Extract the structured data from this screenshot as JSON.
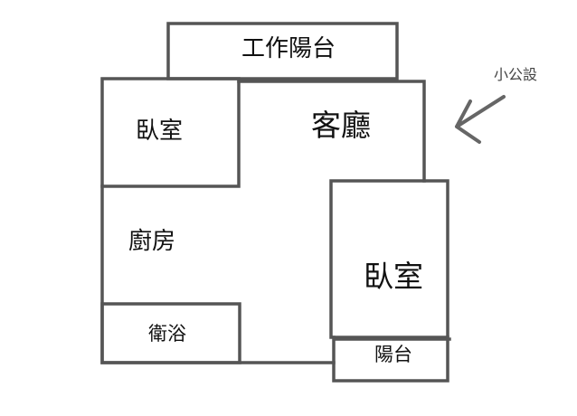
{
  "floor_plan": {
    "rooms": {
      "work_balcony": "工作陽台",
      "bedroom_small": "臥室",
      "living_room": "客廳",
      "kitchen": "廚房",
      "bedroom_large": "臥室",
      "bathroom": "衛浴",
      "balcony": "陽台"
    },
    "annotation": {
      "label": "小公設"
    }
  }
}
